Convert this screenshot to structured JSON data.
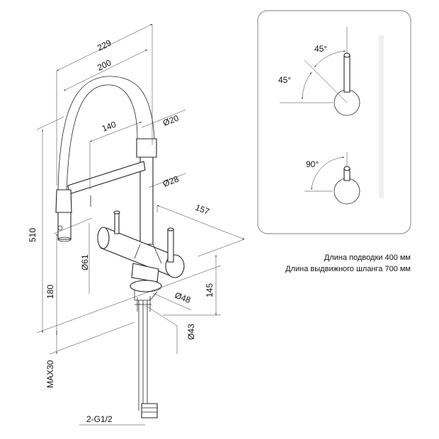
{
  "dimensions": {
    "d229": "229",
    "d200": "200",
    "d140": "140",
    "d20": "Ø20",
    "d28": "Ø28",
    "d157": "157",
    "d510": "510",
    "d61": "Ø61",
    "d180": "180",
    "d145": "145",
    "d48": "Ø48",
    "d43": "Ø43",
    "max30": "MAX30",
    "g12": "2-G1/2"
  },
  "angles": {
    "a45_top": "45°",
    "a45_left": "45°",
    "a90": "90°"
  },
  "captions": {
    "line1": "Длина подводки 400 мм",
    "line2": "Длина выдвижного шланга 700 мм"
  }
}
